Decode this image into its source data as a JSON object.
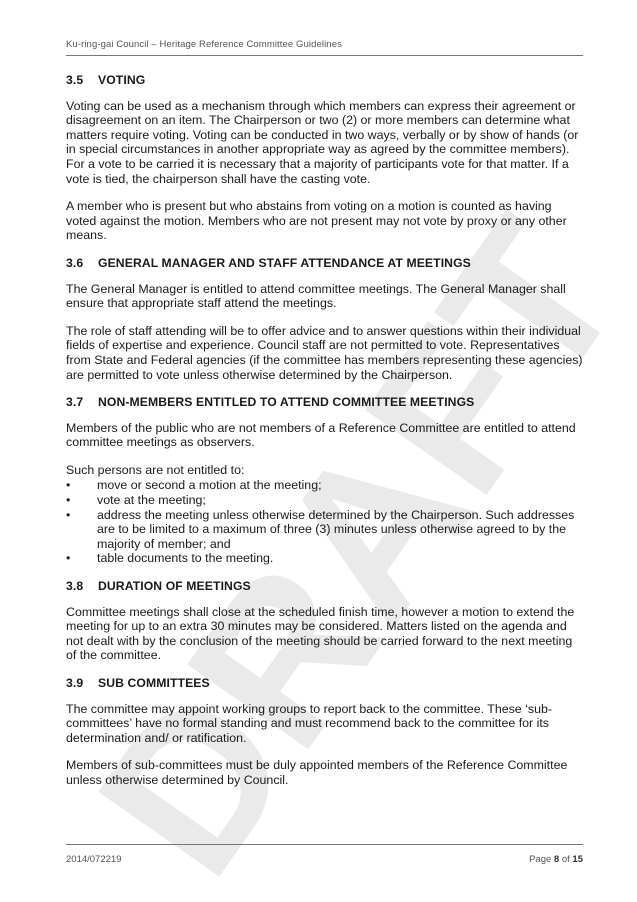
{
  "header": {
    "text": "Ku-ring-gai Council – Heritage Reference Committee Guidelines"
  },
  "watermark": {
    "text": "DRAFT",
    "color": "#d4d4d4"
  },
  "sections": [
    {
      "num": "3.5",
      "title": "VOTING",
      "paragraphs": [
        "Voting can be used as a mechanism through which members can express their agreement or disagreement on an item.  The Chairperson or two (2) or more members can determine what matters require voting. Voting can be conducted in two ways, verbally or by show of hands (or in special circumstances in another appropriate way as agreed by the committee members).  For a vote to be carried it is necessary that a majority of participants vote for that matter. If a vote is tied, the chairperson shall have the casting vote.",
        "A member who is present but who abstains from voting on a motion is counted as having voted against the motion. Members who are not present may not vote by proxy or any other means."
      ]
    },
    {
      "num": "3.6",
      "title": "GENERAL MANAGER AND STAFF ATTENDANCE AT MEETINGS",
      "paragraphs": [
        "The General Manager is entitled to attend committee meetings. The General Manager shall ensure that appropriate staff attend the meetings.",
        "The role of staff attending will be to offer advice and to answer questions within their individual fields of expertise and experience. Council staff are not permitted to vote. Representatives from State and Federal agencies (if the committee has members representing these agencies) are permitted to vote unless otherwise determined by the Chairperson."
      ]
    },
    {
      "num": "3.7",
      "title": "NON-MEMBERS ENTITLED TO ATTEND COMMITTEE MEETINGS",
      "paragraphs": [
        "Members of the public who are not members of a Reference Committee are entitled to attend committee meetings as observers.",
        "Such persons are not entitled to:"
      ],
      "bullets": [
        "move or second a motion at the meeting;",
        "vote at the meeting;",
        "address the meeting unless otherwise determined by the Chairperson.  Such addresses are to be limited to a maximum of three (3) minutes unless otherwise agreed to by the majority of member; and",
        "table documents to the meeting."
      ]
    },
    {
      "num": "3.8",
      "title": "DURATION OF MEETINGS",
      "paragraphs": [
        "Committee meetings shall close at the scheduled finish time, however a motion to extend the meeting for up to an extra 30 minutes may be considered. Matters listed on the agenda and not dealt with by the conclusion of the meeting should be carried forward to the next meeting of the committee."
      ]
    },
    {
      "num": "3.9",
      "title": "SUB COMMITTEES",
      "paragraphs": [
        "The committee may appoint working groups to report back to the committee. These ‘sub-committees’ have no formal standing and must recommend back to the committee for its determination and/ or ratification.",
        "Members of sub-committees must be duly appointed members of the Reference Committee unless otherwise determined by Council."
      ]
    }
  ],
  "footer": {
    "doc_id": "2014/072219",
    "page_prefix": "Page ",
    "page_current": "8",
    "page_sep": " of ",
    "page_total": "15"
  }
}
